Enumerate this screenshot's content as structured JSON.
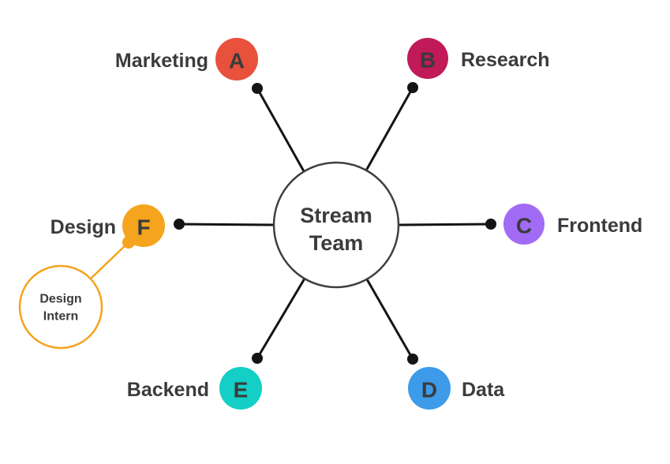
{
  "diagram": {
    "center": {
      "line1": "Stream",
      "line2": "Team"
    },
    "sub_node": {
      "line1": "Design",
      "line2": "Intern"
    }
  },
  "nodes": [
    {
      "letter": "A",
      "label": "Marketing",
      "color": "#E8513C",
      "letter_color": "#FFFFFF"
    },
    {
      "letter": "B",
      "label": "Research",
      "color": "#C11A58",
      "letter_color": "#FFFFFF"
    },
    {
      "letter": "C",
      "label": "Frontend",
      "color": "#A16BF5",
      "letter_color": "#FFFFFF"
    },
    {
      "letter": "D",
      "label": "Data",
      "color": "#3D9BE9",
      "letter_color": "#FFFFFF"
    },
    {
      "letter": "E",
      "label": "Backend",
      "color": "#13CFC5",
      "letter_color": "#3B3B3B"
    },
    {
      "letter": "F",
      "label": "Design",
      "color": "#F4A41D",
      "letter_color": "#3B3B3B"
    }
  ],
  "colors": {
    "connector": "#141414",
    "sub_connector": "#F4A41D",
    "text": "#3B3B3B",
    "center_stroke": "#3F3F3F",
    "background": "#FFFFFF"
  }
}
